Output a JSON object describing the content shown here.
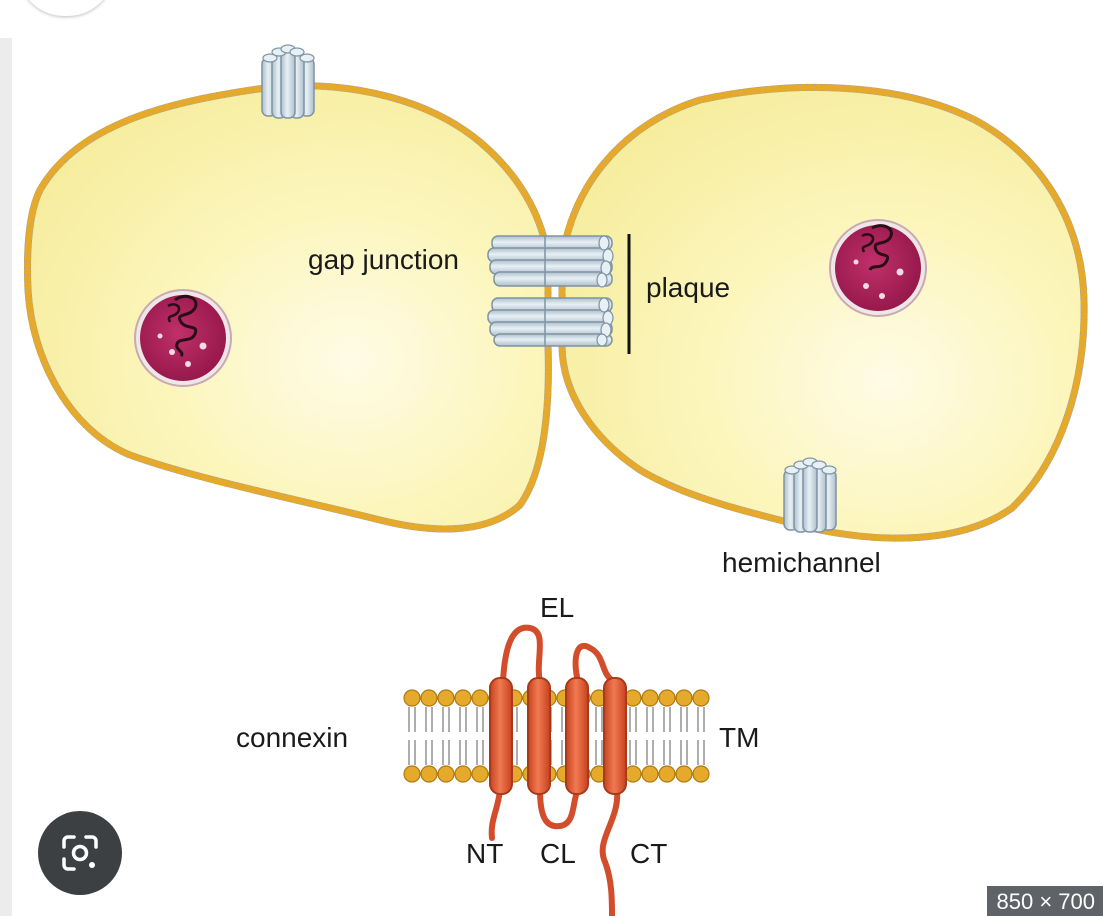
{
  "labels": {
    "gap_junction": "gap junction",
    "plaque": "plaque",
    "hemichannel": "hemichannel",
    "el": "EL",
    "connexin": "connexin",
    "tm": "TM",
    "nt": "NT",
    "cl": "CL",
    "ct": "CT"
  },
  "overlay": {
    "size_badge": "850 × 700"
  },
  "icons": {
    "lens": "google-lens-icon"
  },
  "colors": {
    "cytoplasm": "#fbf5b4",
    "membrane": "#8e9ec7",
    "lipid_head": "#e5a92b",
    "nucleus": "#b02558",
    "channel": "#cfe0ea",
    "connexin_protein": "#e4603f"
  }
}
